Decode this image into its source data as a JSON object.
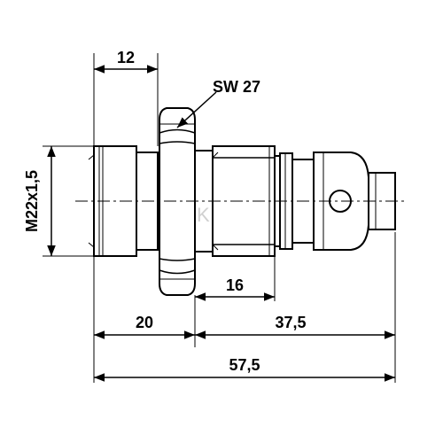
{
  "labels": {
    "thread_width": "12",
    "wrench_size": "SW 27",
    "thread_spec": "M22x1,5",
    "right_body_length": "16",
    "left_length": "20",
    "right_length": "37,5",
    "total_length": "57,5"
  },
  "colors": {
    "line": "#000000",
    "background": "#ffffff",
    "watermark": "#d0d0d0"
  }
}
